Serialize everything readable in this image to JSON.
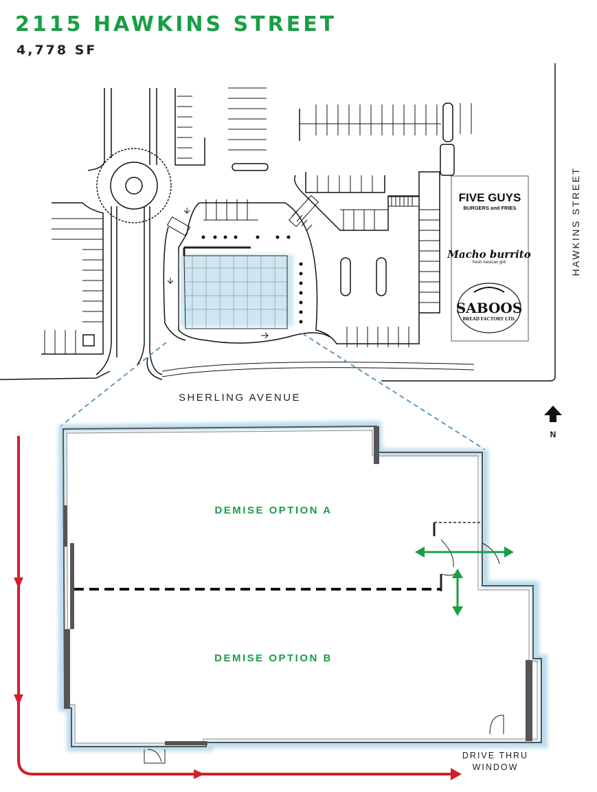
{
  "header": {
    "title": "2115 HAWKINS STREET",
    "subtitle": "4,778 SF"
  },
  "site": {
    "street_east": "HAWKINS STREET",
    "street_south": "SHERLING AVENUE",
    "north_label": "N"
  },
  "tenants": [
    {
      "name": "FIVE GUYS",
      "tagline": "BURGERS and FRIES"
    },
    {
      "name": "Macho burrito",
      "tagline": "fresh mexican grill"
    },
    {
      "name": "SABOOS",
      "tagline": "BREAD FACTORY LTD."
    }
  ],
  "floorplan": {
    "option_a": "DEMISE OPTION A",
    "option_b": "DEMISE OPTION B",
    "drive_thru_line1": "DRIVE THRU",
    "drive_thru_line2": "WINDOW"
  },
  "colors": {
    "brand_green": "#1a9e45",
    "drive_path_red": "#d0202a",
    "callout_blue": "#5b9bbf",
    "highlight": "#b9dcec"
  }
}
